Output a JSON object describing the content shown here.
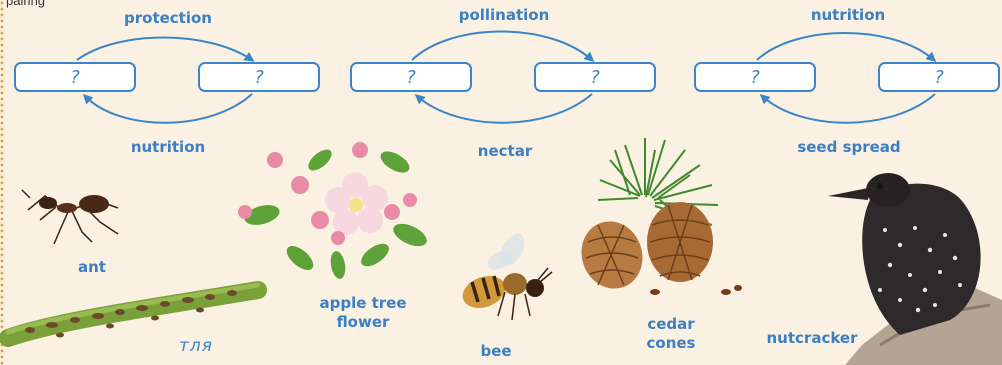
{
  "header_text": "pairing",
  "cycles": [
    {
      "top_label": "protection",
      "bottom_label": "nutrition",
      "left_box": "?",
      "right_box": "?"
    },
    {
      "top_label": "pollination",
      "bottom_label": "nectar",
      "left_box": "?",
      "right_box": "?"
    },
    {
      "top_label": "nutrition",
      "bottom_label": "seed spread",
      "left_box": "?",
      "right_box": "?"
    }
  ],
  "organisms": {
    "ant": "ant",
    "aphid": "тля",
    "apple_flower": [
      "apple tree",
      "flower"
    ],
    "bee": "bee",
    "cedar": [
      "cedar",
      "cones"
    ],
    "nutcracker": "nutcracker"
  },
  "colors": {
    "accent": "#3b86c8",
    "label": "#3c7fc3",
    "background": "#fbf1e2",
    "border_dots": "#e8a13a"
  }
}
